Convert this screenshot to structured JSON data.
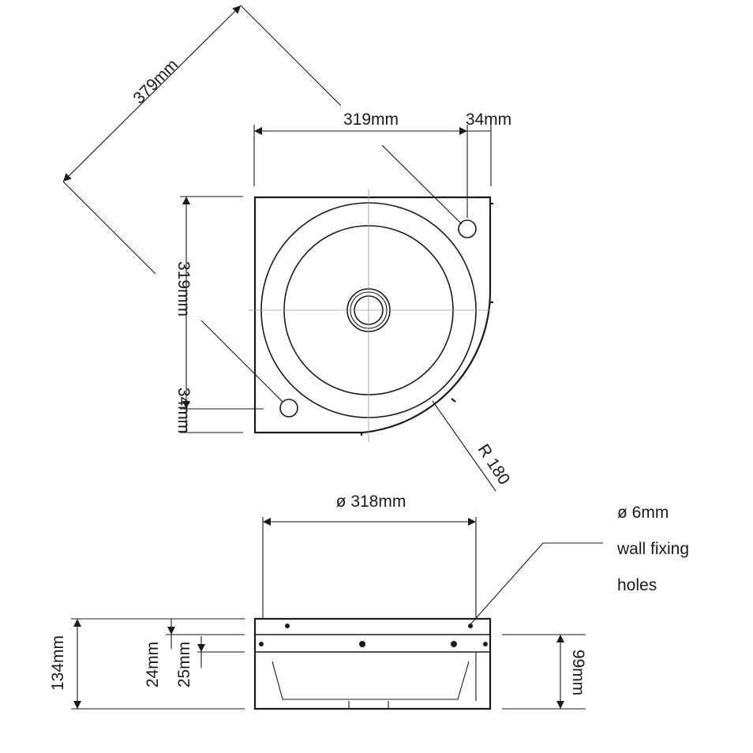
{
  "top_view": {
    "diagonal_label": "379mm",
    "width_label": "319mm",
    "offset_top_label": "34mm",
    "height_label": "319mm",
    "offset_left_label": "34mm",
    "radius_label": "R 180"
  },
  "side_view": {
    "bowl_diameter_label": "ø 318mm",
    "note_lines": [
      "ø 6mm",
      "wall fixing",
      "holes"
    ],
    "total_height_label": "134mm",
    "dim_24_label": "24mm",
    "dim_25_label": "25mm",
    "bowl_depth_label": "99mm"
  }
}
